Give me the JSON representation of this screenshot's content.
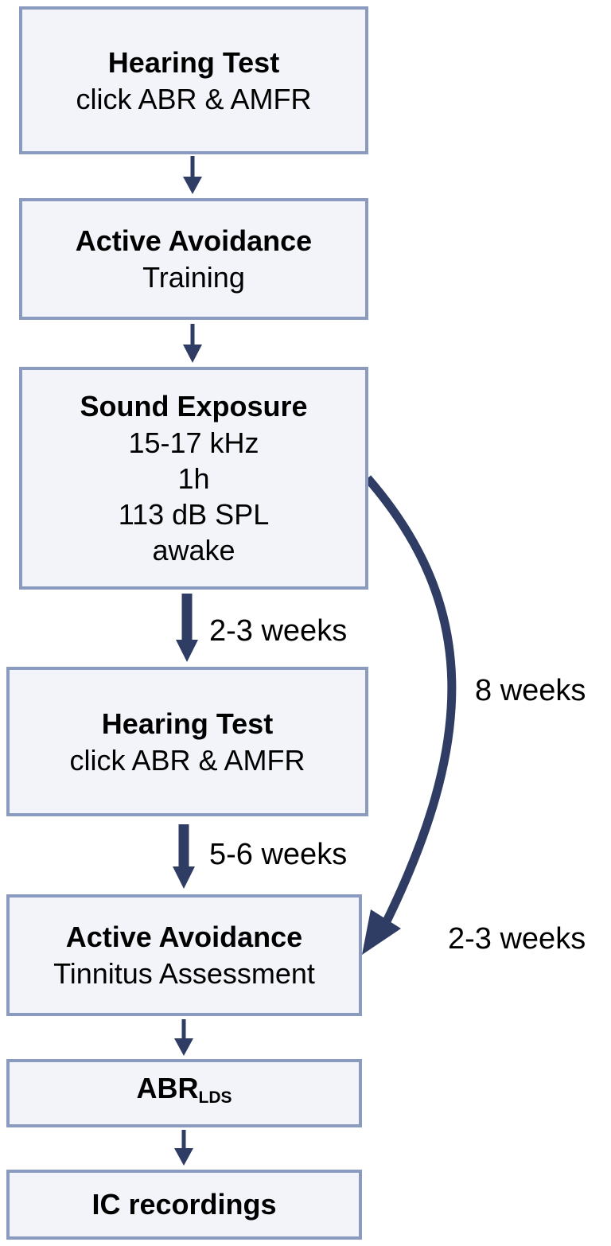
{
  "colors": {
    "box_fill": "#f2f4f9",
    "box_border": "#8a9bbf",
    "arrow": "#2f3c64"
  },
  "steps": [
    {
      "title": "Hearing Test",
      "lines": [
        "click ABR & AMFR"
      ]
    },
    {
      "title": "Active Avoidance",
      "lines": [
        "Training"
      ]
    },
    {
      "title": "Sound Exposure",
      "lines": [
        "15-17 kHz",
        "1h",
        "113 dB SPL",
        "awake"
      ]
    },
    {
      "title": "Hearing Test",
      "lines": [
        "click ABR & AMFR"
      ]
    },
    {
      "title": "Active Avoidance",
      "lines": [
        "Tinnitus Assessment"
      ]
    },
    {
      "title": "ABR",
      "title_sub": "LDS",
      "lines": []
    },
    {
      "title": "IC recordings",
      "lines": []
    }
  ],
  "intervals": {
    "exposure_to_test": "2-3 weeks",
    "test_to_assessment": "5-6 weeks",
    "exposure_to_assessment": "8 weeks",
    "assessment_duration": "2-3 weeks"
  }
}
